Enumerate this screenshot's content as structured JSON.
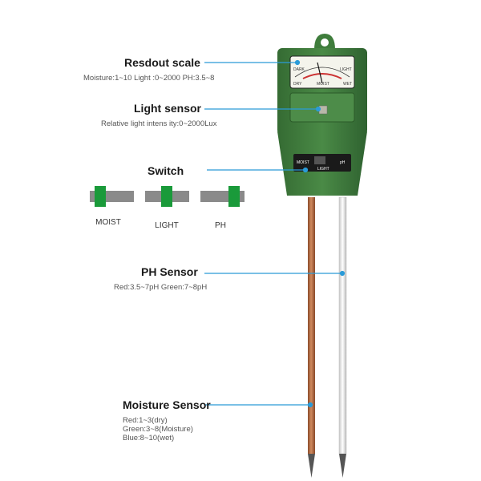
{
  "readout": {
    "title": "Resdout scale",
    "desc": "Moisture:1~10   Light :0~2000  PH:3.5~8"
  },
  "light_sensor": {
    "title": "Light sensor",
    "desc": "Relative light intens ity:0~2000Lux"
  },
  "switch": {
    "title": "Switch",
    "positions": [
      "MOIST",
      "LIGHT",
      "PH"
    ]
  },
  "ph_sensor": {
    "title": "PH Sensor",
    "desc": "Red:3.5~7pH    Green:7~8pH"
  },
  "moisture_sensor": {
    "title": "Moisture Sensor",
    "lines": [
      "Red:1~3(dry)",
      "Green:3~8(Moisture)",
      "Blue:8~10(wet)"
    ]
  },
  "device": {
    "scale_left_top": "DARK",
    "scale_right_top": "LIGHT",
    "scale_left_bottom": "DRY",
    "scale_right_bottom": "WET",
    "scale_center": "MOIST",
    "switch_left": "MOIST",
    "switch_right": "pH",
    "switch_bottom": "LIGHT"
  },
  "colors": {
    "body_green": "#3f7d3c",
    "accent_blue": "#2a9bd8",
    "switch_green": "#1a9a3a",
    "switch_gray": "#8a8a8a"
  }
}
